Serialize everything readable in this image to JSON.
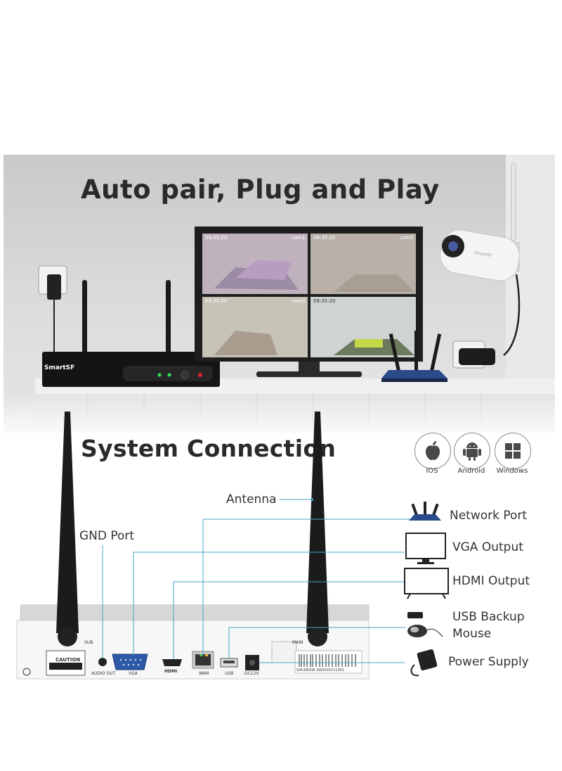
{
  "title": "Auto pair, Plug and Play",
  "section_title": "System Connection",
  "os_badges": [
    {
      "label": "IOS",
      "icon": "apple-icon"
    },
    {
      "label": "Android",
      "icon": "android-icon"
    },
    {
      "label": "Windows",
      "icon": "windows-icon"
    }
  ],
  "nvr_brand": "SmartSF",
  "camera_brand": "SmartSF",
  "camera_feeds": [
    {
      "time": "09:35:20",
      "name": "cam1"
    },
    {
      "time": "09:35:20",
      "name": "cam2"
    },
    {
      "time": "09:35:20",
      "name": "cam3"
    },
    {
      "time": "09:35:20",
      "name": ""
    }
  ],
  "callouts": {
    "antenna": "Antenna",
    "gnd_port": "GND Port",
    "network_port": "Network Port",
    "vga_output": "VGA Output",
    "hdmi_output": "HDMI Output",
    "usb_backup_line1": "USB Backup",
    "usb_backup_line2": "Mouse",
    "power_supply": "Power Supply"
  },
  "rear_panel": {
    "sub": "SUB",
    "main": "MAIN",
    "caution": "CAUTION",
    "audio_out": "AUDIO OUT",
    "vga": "VGA",
    "hdmi": "HDMI",
    "wan": "WAN",
    "usb": "USB",
    "dc12v": "DC12V",
    "serial": "S/N:K8208-3W2020111301"
  },
  "colors": {
    "callout_line": "#4aa6c9",
    "headline": "#2a2a2a",
    "router_blue": "#2b4a8a"
  }
}
